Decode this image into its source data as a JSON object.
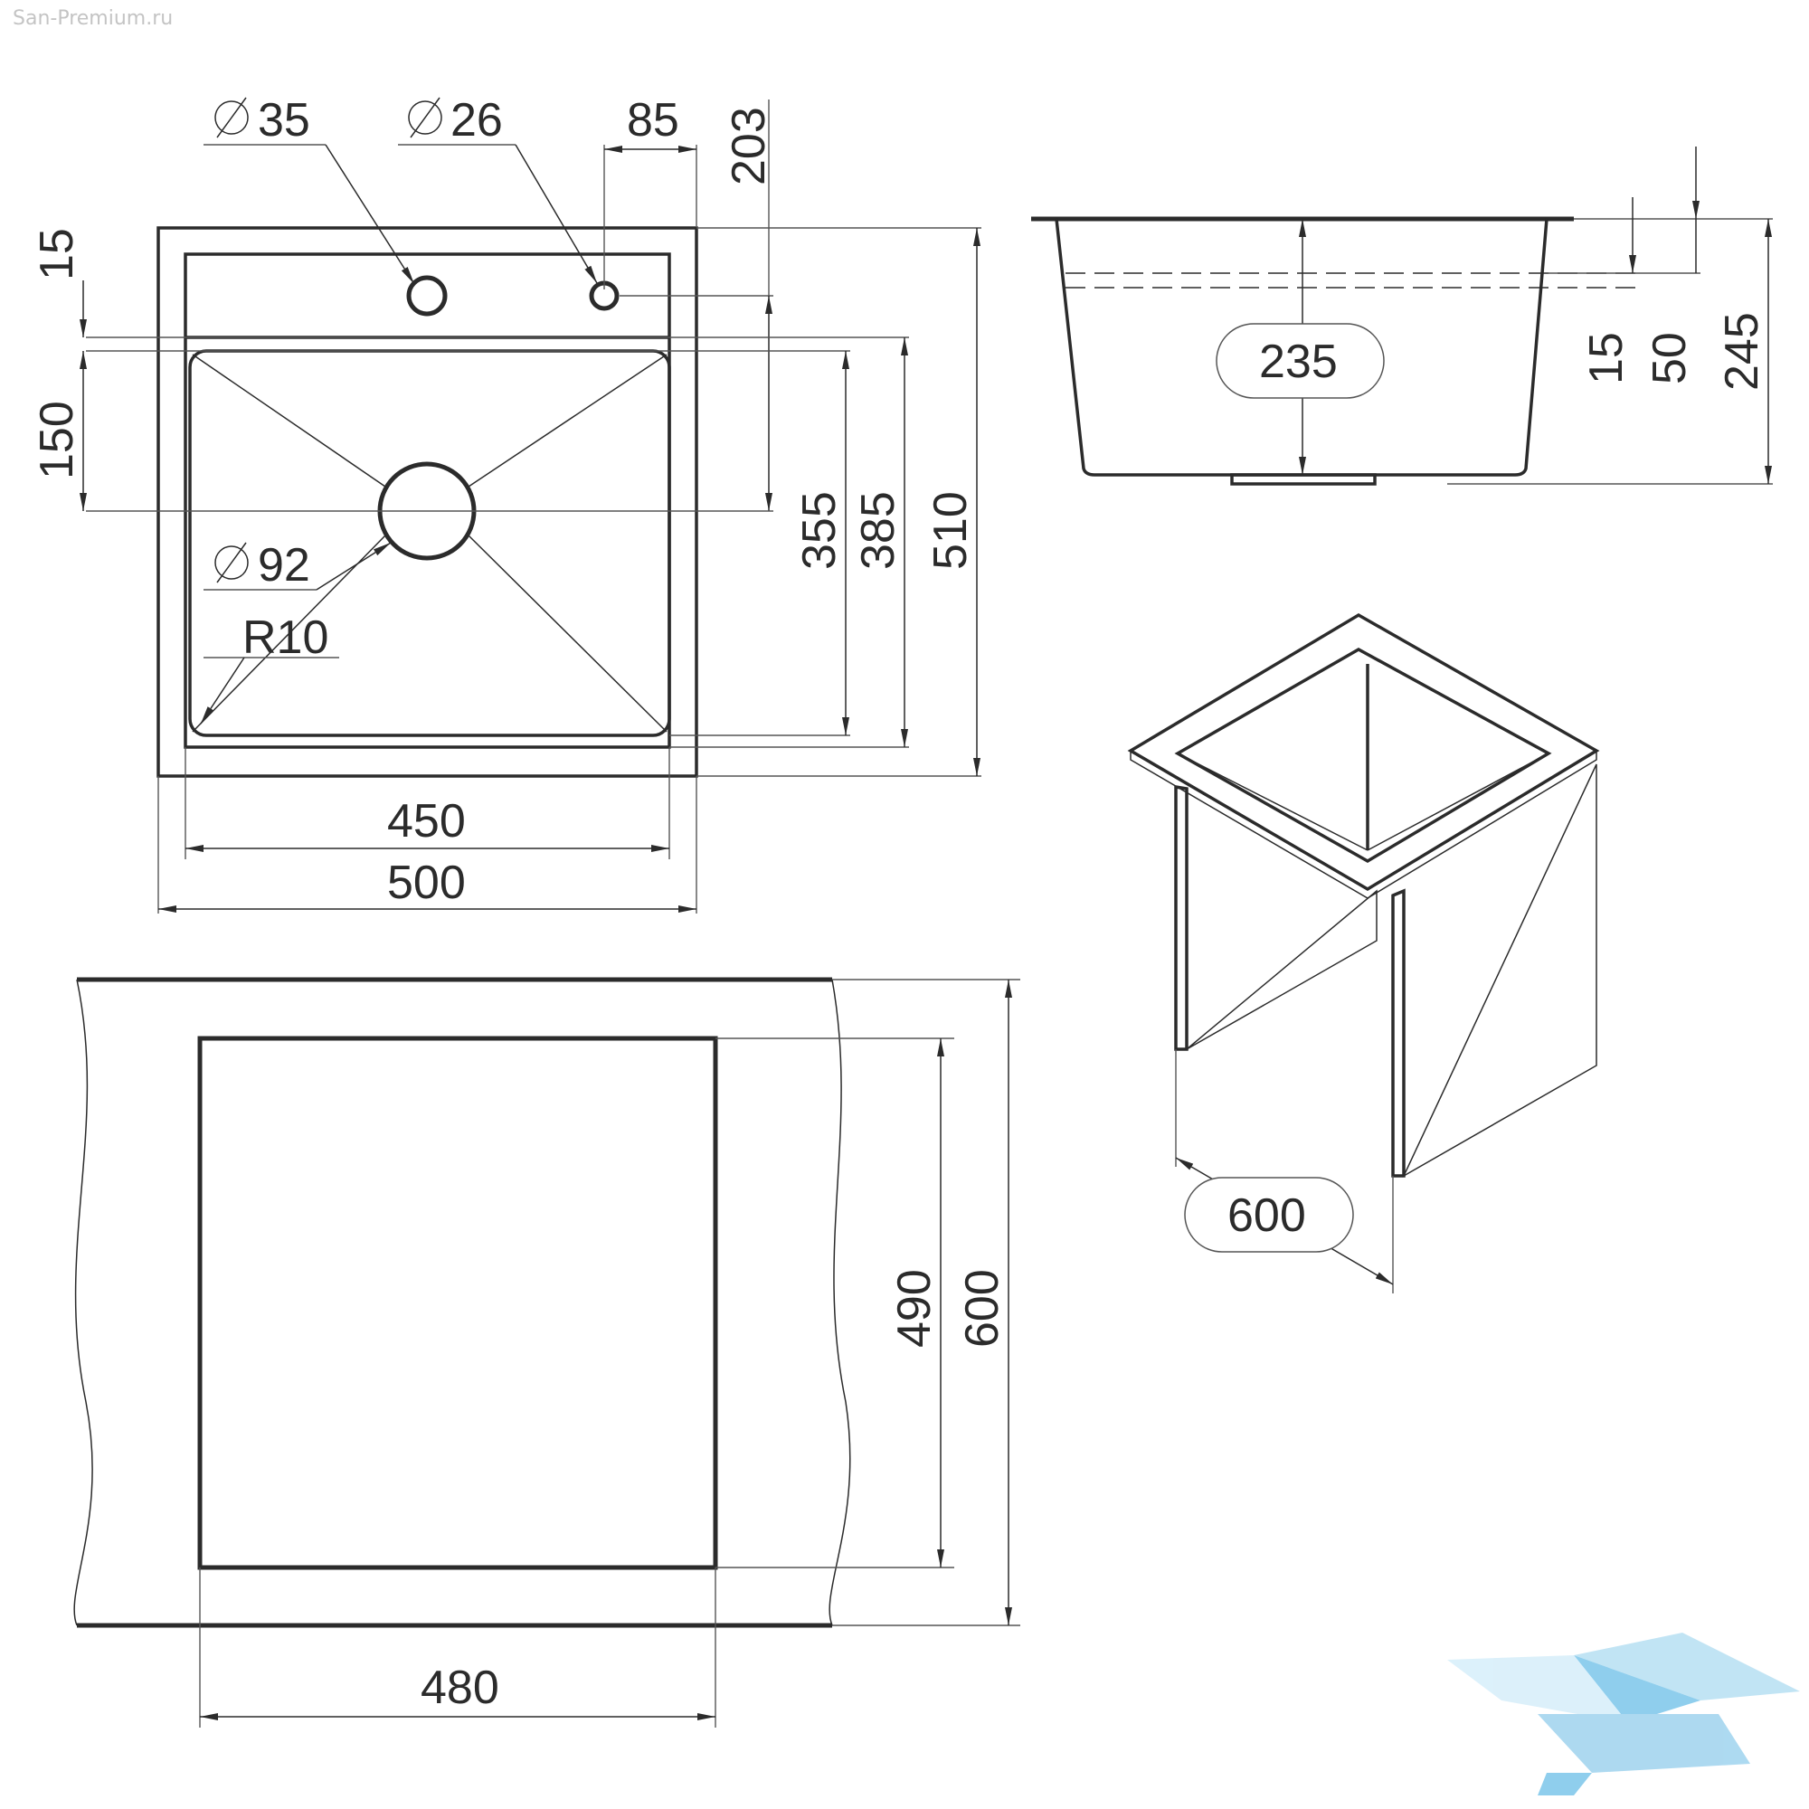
{
  "watermark": "San-Premium.ru",
  "colors": {
    "ink": "#2b2b2b",
    "logo": "#7cc6ea"
  },
  "logo": {
    "name": "bird-logo"
  },
  "top_view": {
    "hole_tap": "35",
    "hole_small": "26",
    "offset": "85",
    "hole_depth": "203",
    "rim": "15",
    "bowl_offset": "150",
    "drain": "92",
    "radius": "R10",
    "bowl_length": "355",
    "inner_length": "385",
    "total_length": "510",
    "inner_width": "450",
    "total_width": "500"
  },
  "side_view": {
    "bowl_depth": "235",
    "rim_height": "15",
    "overflow": "50",
    "total_depth": "245"
  },
  "cabinet": {
    "width": "600"
  },
  "cutout": {
    "cut_width": "480",
    "cut_length": "490",
    "cabinet_depth": "600"
  }
}
